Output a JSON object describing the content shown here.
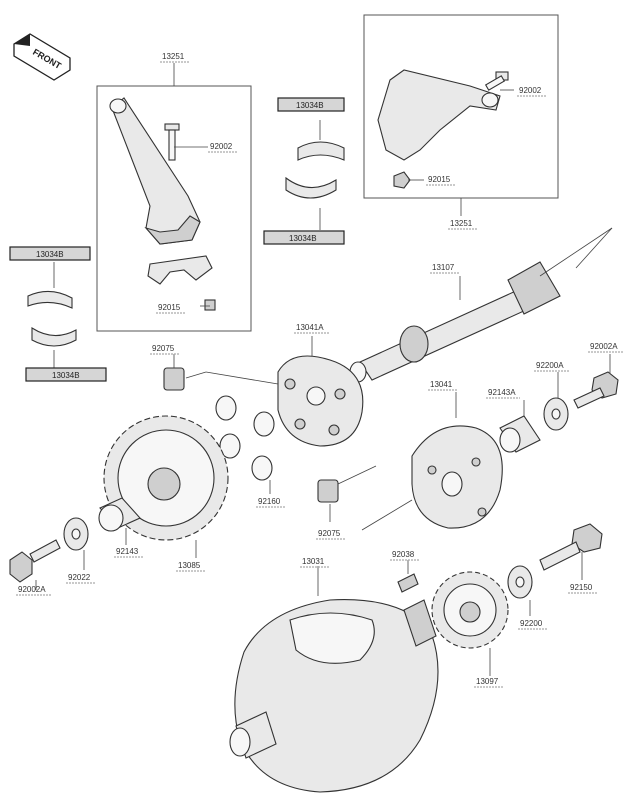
{
  "front_label": "FRONT",
  "parts": {
    "p13251_top": "13251",
    "p92002_top": "92002",
    "p92015_top": "92015",
    "p13251_right": "13251",
    "p92002_right": "92002",
    "p92015_right": "92015",
    "p13034B_a": "13034B",
    "p13034B_b": "13034B",
    "p13034B_c": "13034B",
    "p13034B_d": "13034B",
    "p13107": "13107",
    "p13041A": "13041A",
    "p13041": "13041",
    "p92075_a": "92075",
    "p92075_b": "92075",
    "p92160": "92160",
    "p92143": "92143",
    "p92143A": "92143A",
    "p92200A": "92200A",
    "p92002A_right": "92002A",
    "p92002A_left": "92002A",
    "p92022": "92022",
    "p13085": "13085",
    "p13031": "13031",
    "p92038": "92038",
    "p13097": "13097",
    "p92200": "92200",
    "p92150": "92150"
  }
}
